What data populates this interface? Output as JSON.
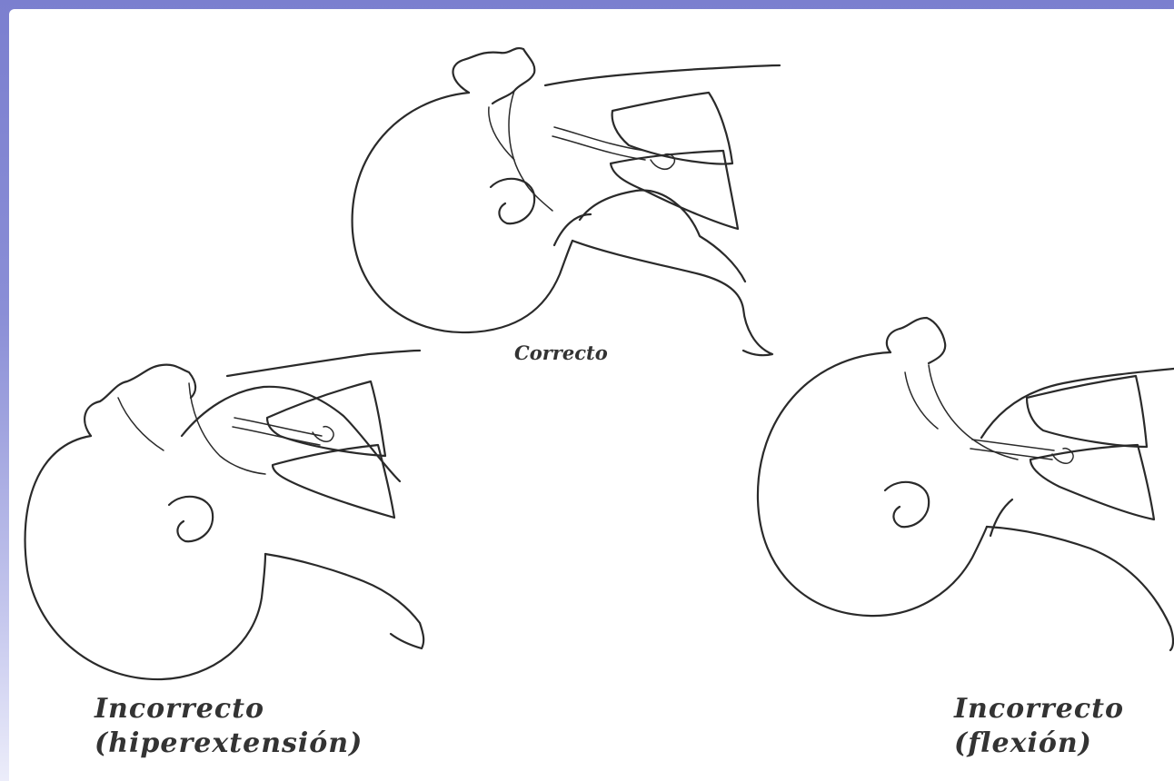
{
  "colors": {
    "frame": "#7b7fcf",
    "background": "#ffffff",
    "line": "#2a2a2a"
  },
  "figures": [
    {
      "id": "top",
      "caption": "Correcto"
    },
    {
      "id": "left",
      "caption_line1": "Incorrecto",
      "caption_line2": "(hiperextensión)"
    },
    {
      "id": "right",
      "caption_line1": "Incorrecto",
      "caption_line2": "(flexión)"
    }
  ]
}
